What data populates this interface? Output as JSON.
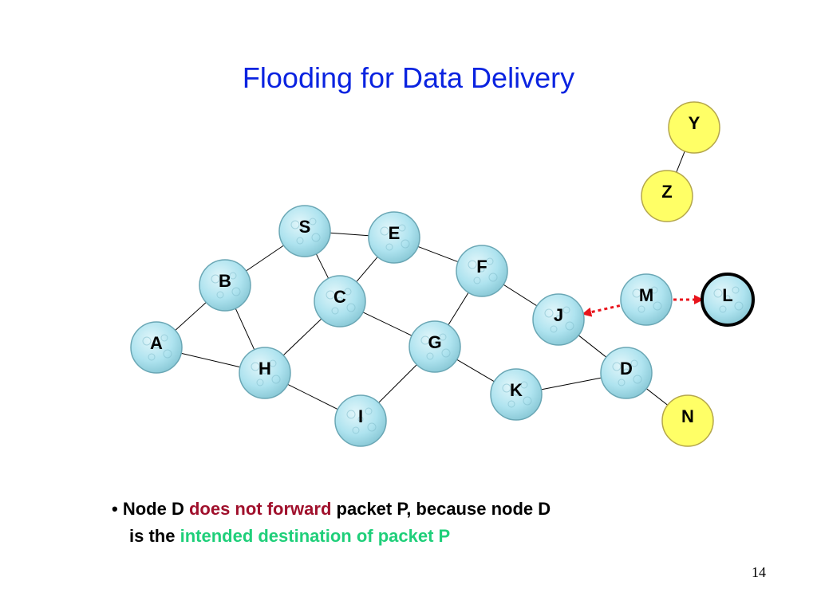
{
  "slide": {
    "title": "Flooding for Data Delivery",
    "page_number": "14"
  },
  "diagram": {
    "colors": {
      "regular_node_fill": "#aee3ef",
      "regular_node_stroke": "#6aa7b5",
      "yellow_node_fill": "#ffff66",
      "yellow_node_stroke": "#b4a64a",
      "link_color": "#000000",
      "arrow_color": "#e8141c",
      "highlight_ring": "#000000"
    },
    "nodes": [
      {
        "id": "S",
        "label": "S",
        "style": "regular"
      },
      {
        "id": "E",
        "label": "E",
        "style": "regular"
      },
      {
        "id": "F",
        "label": "F",
        "style": "regular"
      },
      {
        "id": "B",
        "label": "B",
        "style": "regular"
      },
      {
        "id": "C",
        "label": "C",
        "style": "regular"
      },
      {
        "id": "A",
        "label": "A",
        "style": "regular"
      },
      {
        "id": "H",
        "label": "H",
        "style": "regular"
      },
      {
        "id": "G",
        "label": "G",
        "style": "regular"
      },
      {
        "id": "I",
        "label": "I",
        "style": "regular"
      },
      {
        "id": "K",
        "label": "K",
        "style": "regular"
      },
      {
        "id": "J",
        "label": "J",
        "style": "regular"
      },
      {
        "id": "D",
        "label": "D",
        "style": "regular"
      },
      {
        "id": "M",
        "label": "M",
        "style": "regular"
      },
      {
        "id": "L",
        "label": "L",
        "style": "highlighted"
      },
      {
        "id": "N",
        "label": "N",
        "style": "yellow"
      },
      {
        "id": "Y",
        "label": "Y",
        "style": "yellow"
      },
      {
        "id": "Z",
        "label": "Z",
        "style": "yellow"
      }
    ],
    "edges": [
      {
        "from": "S",
        "to": "E"
      },
      {
        "from": "S",
        "to": "B"
      },
      {
        "from": "S",
        "to": "C"
      },
      {
        "from": "E",
        "to": "C"
      },
      {
        "from": "E",
        "to": "F"
      },
      {
        "from": "F",
        "to": "J"
      },
      {
        "from": "F",
        "to": "G"
      },
      {
        "from": "B",
        "to": "A"
      },
      {
        "from": "B",
        "to": "H"
      },
      {
        "from": "A",
        "to": "H"
      },
      {
        "from": "C",
        "to": "H"
      },
      {
        "from": "C",
        "to": "G"
      },
      {
        "from": "H",
        "to": "I"
      },
      {
        "from": "G",
        "to": "I"
      },
      {
        "from": "G",
        "to": "K"
      },
      {
        "from": "K",
        "to": "D"
      },
      {
        "from": "J",
        "to": "D"
      },
      {
        "from": "D",
        "to": "N"
      },
      {
        "from": "Y",
        "to": "Z"
      }
    ],
    "arrows": [
      {
        "from": "M",
        "to": "J",
        "style": "dotted-red"
      },
      {
        "from": "M",
        "to": "L",
        "style": "dotted-red"
      }
    ]
  },
  "bullet": {
    "marker": "•",
    "part1": "Node D",
    "part2_highlight": "does not forward",
    "part3": "packet P, because node D",
    "part4": "is the",
    "part5_highlight": "intended destination of packet P"
  }
}
